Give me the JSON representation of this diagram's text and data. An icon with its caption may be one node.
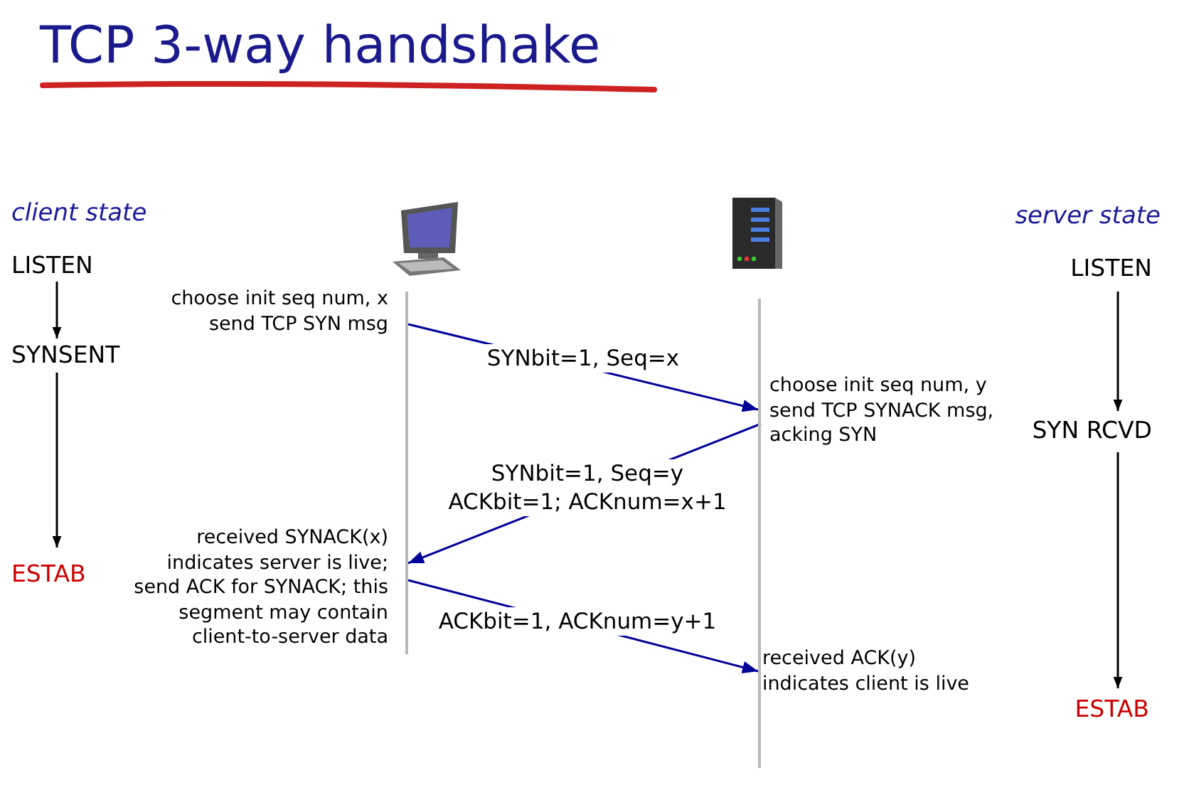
{
  "diagram": {
    "title": "TCP 3-way handshake",
    "nodes": [
      {
        "text": [
          "LISTEN"
        ]
      },
      {
        "text": [
          "SYNSENT"
        ]
      },
      {
        "text": [
          "ESTAB"
        ]
      },
      {
        "text": [
          "LISTEN"
        ]
      },
      {
        "text": [
          "SYN RCVD"
        ]
      },
      {
        "text": [
          "ESTAB"
        ]
      },
      {
        "text": [],
        "shape": "bar"
      },
      {
        "text": [],
        "shape": "bar"
      }
    ],
    "edges": [
      {
        "from": 0,
        "to": 1,
        "arrow": "to"
      },
      {
        "from": 1,
        "to": 2,
        "arrow": "to"
      },
      {
        "from": 3,
        "to": 4,
        "arrow": "to"
      },
      {
        "from": 4,
        "to": 5,
        "arrow": "to"
      },
      {
        "from": 6,
        "to": 7,
        "arrow": "to",
        "label": "SYNbit=1, Seq=x",
        "color": "#000099"
      },
      {
        "from": 7,
        "to": 6,
        "arrow": "to",
        "label": "SYNbit=1, Seq=y ACKbit=1; ACKnum=x+1",
        "color": "#000099"
      },
      {
        "from": 6,
        "to": 7,
        "arrow": "to",
        "label": "ACKbit=1, ACKnum=y+1",
        "color": "#000099"
      }
    ],
    "labels": [
      "client state",
      "server state",
      "choose init seq num, x send TCP SYN msg",
      "choose init seq num, y send TCP SYNACK msg, acking SYN",
      "received SYNACK(x) indicates server is live; send ACK for SYNACK; this segment may contain client-to-server data",
      "received ACK(y) indicates client is live"
    ]
  }
}
